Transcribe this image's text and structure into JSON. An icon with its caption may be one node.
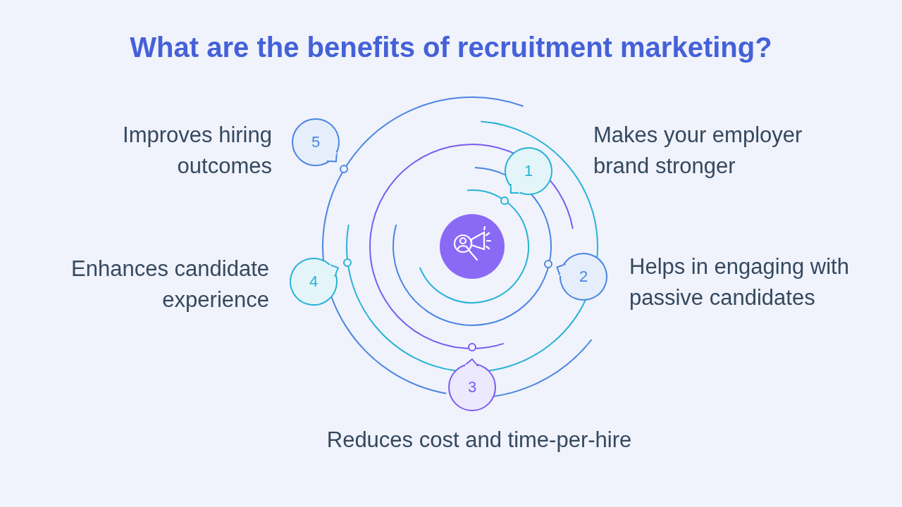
{
  "diagram": {
    "title": "What are the benefits of recruitment marketing?",
    "nodes": [
      {
        "text": [],
        "shape": "picture"
      },
      {
        "text": [
          "1"
        ],
        "beside": [
          "Makes your employer brand stronger"
        ]
      },
      {
        "text": [
          "2"
        ],
        "beside": [
          "Helps in engaging with passive candidates"
        ]
      },
      {
        "text": [
          "3"
        ],
        "beside": [
          "Reduces cost and time-per-hire"
        ]
      },
      {
        "text": [
          "4"
        ],
        "beside": [
          "Enhances candidate experience"
        ]
      },
      {
        "text": [
          "5"
        ],
        "beside": [
          "Improves hiring outcomes"
        ]
      }
    ]
  }
}
